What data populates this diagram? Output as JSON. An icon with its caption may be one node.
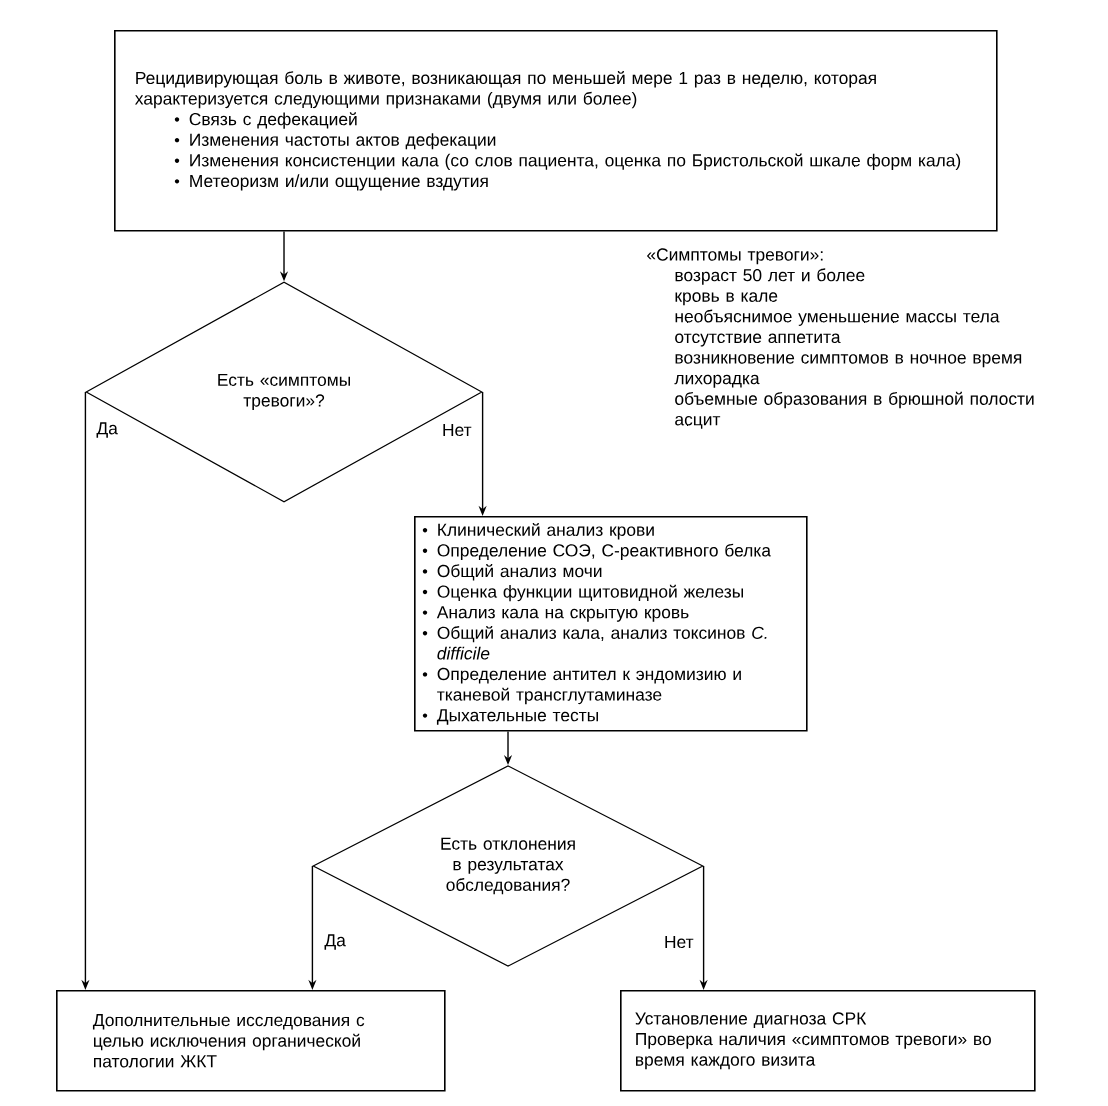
{
  "diagram": {
    "nodes": [
      {
        "text": [
          "Рецидивирующая боль в животе, возникающая по меньшей мере 1 раз в неделю, которая характеризуется следующими признаками (двумя или более)",
          "Связь с дефекацией",
          "Изменения частоты актов дефекации",
          "Изменения консистенции кала (со слов пациента, оценка по Бристольской шкале форм кала)",
          "Метеоризм и/или ощущение вздутия"
        ]
      },
      {
        "text": [
          "Есть «симптомы тревоги»?"
        ]
      },
      {
        "text": [
          "Клинический анализ крови",
          "Определение СОЭ, С-реактивного белка",
          "Общий анализ мочи",
          "Оценка функции щитовидной железы",
          "Анализ кала на скрытую кровь",
          "Общий анализ кала, анализ токсинов *C. difficile*",
          "Определение антител к эндомизию и тканевой трансглутаминазе",
          "Дыхательные тесты"
        ]
      },
      {
        "text": [
          "Есть отклонения в результатах обследования?"
        ]
      },
      {
        "text": [
          "Дополнительные исследования с целью исключения органической патологии ЖКТ"
        ]
      },
      {
        "text": [
          "Установление диагноза СРК",
          "Проверка наличия «симптомов тревоги» во время каждого визита"
        ]
      }
    ],
    "edges": [
      {
        "from": 0,
        "to": 1,
        "arrow": "to"
      },
      {
        "from": 1,
        "to": 4,
        "arrow": "to",
        "label": "Да"
      },
      {
        "from": 1,
        "to": 2,
        "arrow": "to",
        "label": "Нет"
      },
      {
        "from": 2,
        "to": 3,
        "arrow": "to"
      },
      {
        "from": 3,
        "to": 4,
        "arrow": "to",
        "label": "Да"
      },
      {
        "from": 3,
        "to": 5,
        "arrow": "to",
        "label": "Нет"
      }
    ],
    "labels": [
      "«Симптомы тревоги»:",
      "возраст 50 лет и более",
      "кровь в кале",
      "необъяснимое уменьшение массы тела",
      "отсутствие аппетита",
      "возникновение симптомов в ночное время",
      "лихорадка",
      "объемные образования в брюшной полости",
      "асцит"
    ]
  }
}
